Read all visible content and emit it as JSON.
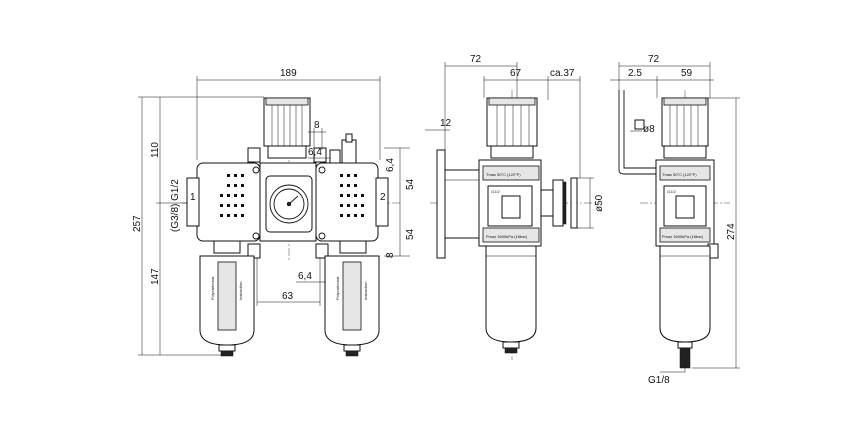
{
  "front_view": {
    "dim_width": "189",
    "dim_top": "110",
    "dim_total": "257",
    "dim_bottom": "147",
    "dim_8": "8",
    "dim_6_4_top": "6,4",
    "dim_6_4_bottom": "6,4",
    "dim_63": "63",
    "dim_54_top": "54",
    "dim_54_bottom": "54",
    "dim_8_right": "8",
    "port_label": "(G3/8) G1/2",
    "port_1": "1",
    "port_2": "2",
    "bowl_text_left": "Polycarbonat",
    "bowl_text_right": "Instruction"
  },
  "side_view": {
    "dim_72": "72",
    "dim_67": "67",
    "dim_ca37": "ca.37",
    "dim_12": "12",
    "dim_gauge": "ø50",
    "label_tmax": "Tmax 50°C (122°F)",
    "label_pmax": "Pmax 1600kPa (16bar)",
    "label_g12": "G1/2"
  },
  "right_view": {
    "dim_72": "72",
    "dim_2_5": "2.5",
    "dim_59": "59",
    "dim_hole": "ø8",
    "dim_274": "274",
    "drain_label": "G1/8",
    "label_tmax": "Tmax 50°C (122°F)",
    "label_pmax": "Pmax 1600kPa (16bar)",
    "label_g12": "G1/2"
  }
}
